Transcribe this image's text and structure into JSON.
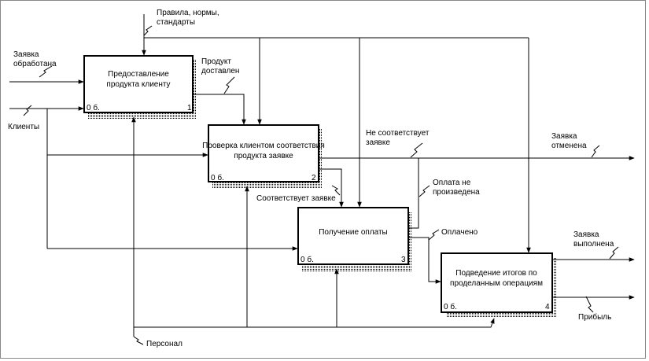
{
  "activities": [
    {
      "id": "a1",
      "title_lines": [
        "Предоставление",
        "продукта клиенту"
      ],
      "cost": "0 б.",
      "number": "1"
    },
    {
      "id": "a2",
      "title_lines": [
        "Проверка клиентом соответствия",
        "продукта заявке"
      ],
      "cost": "0 б.",
      "number": "2"
    },
    {
      "id": "a3",
      "title_lines": [
        "Получение оплаты"
      ],
      "cost": "0 б.",
      "number": "3"
    },
    {
      "id": "a4",
      "title_lines": [
        "Подведение итогов по",
        "проделанным операциям"
      ],
      "cost": "0 б.",
      "number": "4"
    }
  ],
  "arrows": {
    "control_rules": [
      "Правила, нормы,",
      "стандарты"
    ],
    "input_request_done": [
      "Заявка",
      "обработана"
    ],
    "input_clients": [
      "Клиенты"
    ],
    "product_delivered": [
      "Продукт",
      "доставлен"
    ],
    "not_match": [
      "Не соответствует",
      "заявке"
    ],
    "request_cancelled": [
      "Заявка",
      "отменена"
    ],
    "matches": [
      "Соответствует заявке"
    ],
    "not_paid": [
      "Оплата не",
      "произведена"
    ],
    "paid": [
      "Оплачено"
    ],
    "request_completed": [
      "Заявка",
      "выполнена"
    ],
    "profit": [
      "Прибыль"
    ],
    "mechanism_staff": [
      "Персонал"
    ]
  }
}
